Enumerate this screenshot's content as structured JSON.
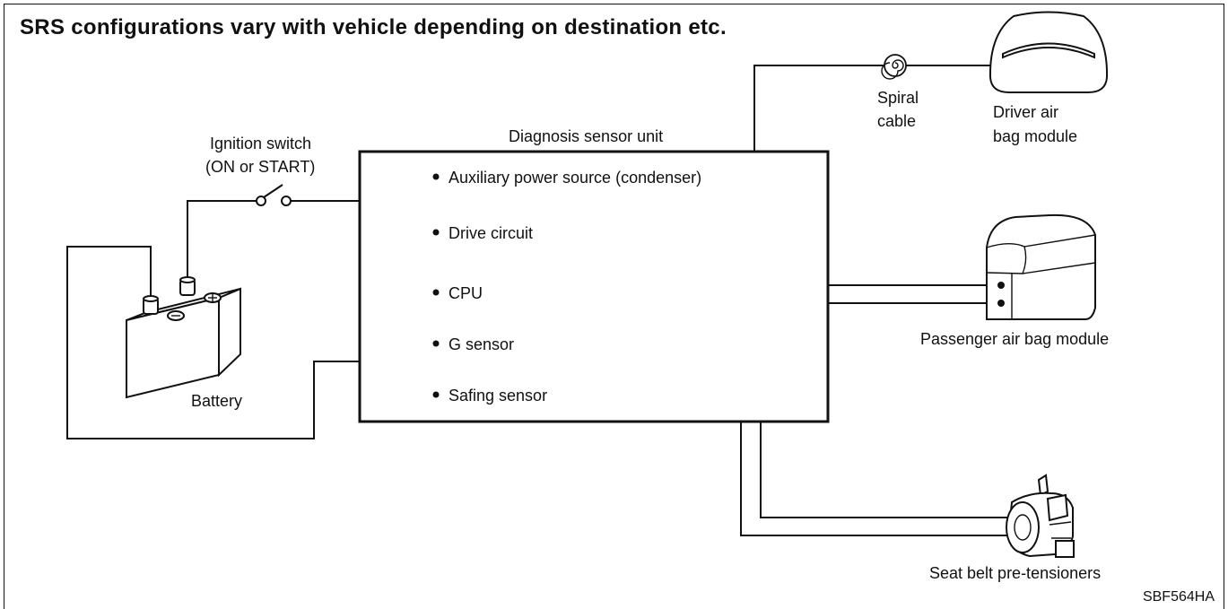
{
  "title": "SRS configurations vary with vehicle depending on destination etc.",
  "ignition_switch": {
    "line1": "Ignition switch",
    "line2": "(ON or START)"
  },
  "battery": {
    "label": "Battery"
  },
  "diagnosis_unit": {
    "label": "Diagnosis sensor unit",
    "items": [
      "Auxiliary power source (condenser)",
      "Drive circuit",
      "CPU",
      "G sensor",
      "Safing sensor"
    ]
  },
  "spiral_cable": {
    "line1": "Spiral",
    "line2": "cable"
  },
  "driver_airbag": {
    "line1": "Driver air",
    "line2": "bag module"
  },
  "passenger_airbag": {
    "label": "Passenger air bag module"
  },
  "seat_belt": {
    "label": "Seat belt pre-tensioners"
  },
  "figure_code": "SBF564HA"
}
